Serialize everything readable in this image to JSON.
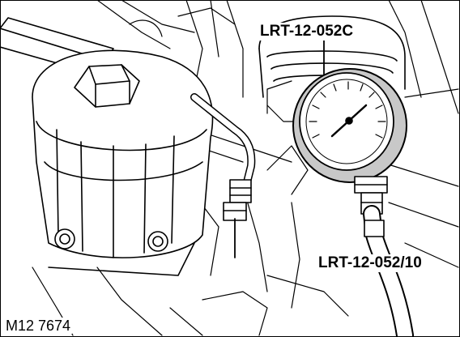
{
  "callouts": {
    "gauge_tool": "LRT-12-052C",
    "adapter_tool": "LRT-12-052/10"
  },
  "figure_ref": "M12 7674",
  "colors": {
    "line": "#000000",
    "gauge_fill": "#c8c8c8",
    "background": "#ffffff"
  }
}
